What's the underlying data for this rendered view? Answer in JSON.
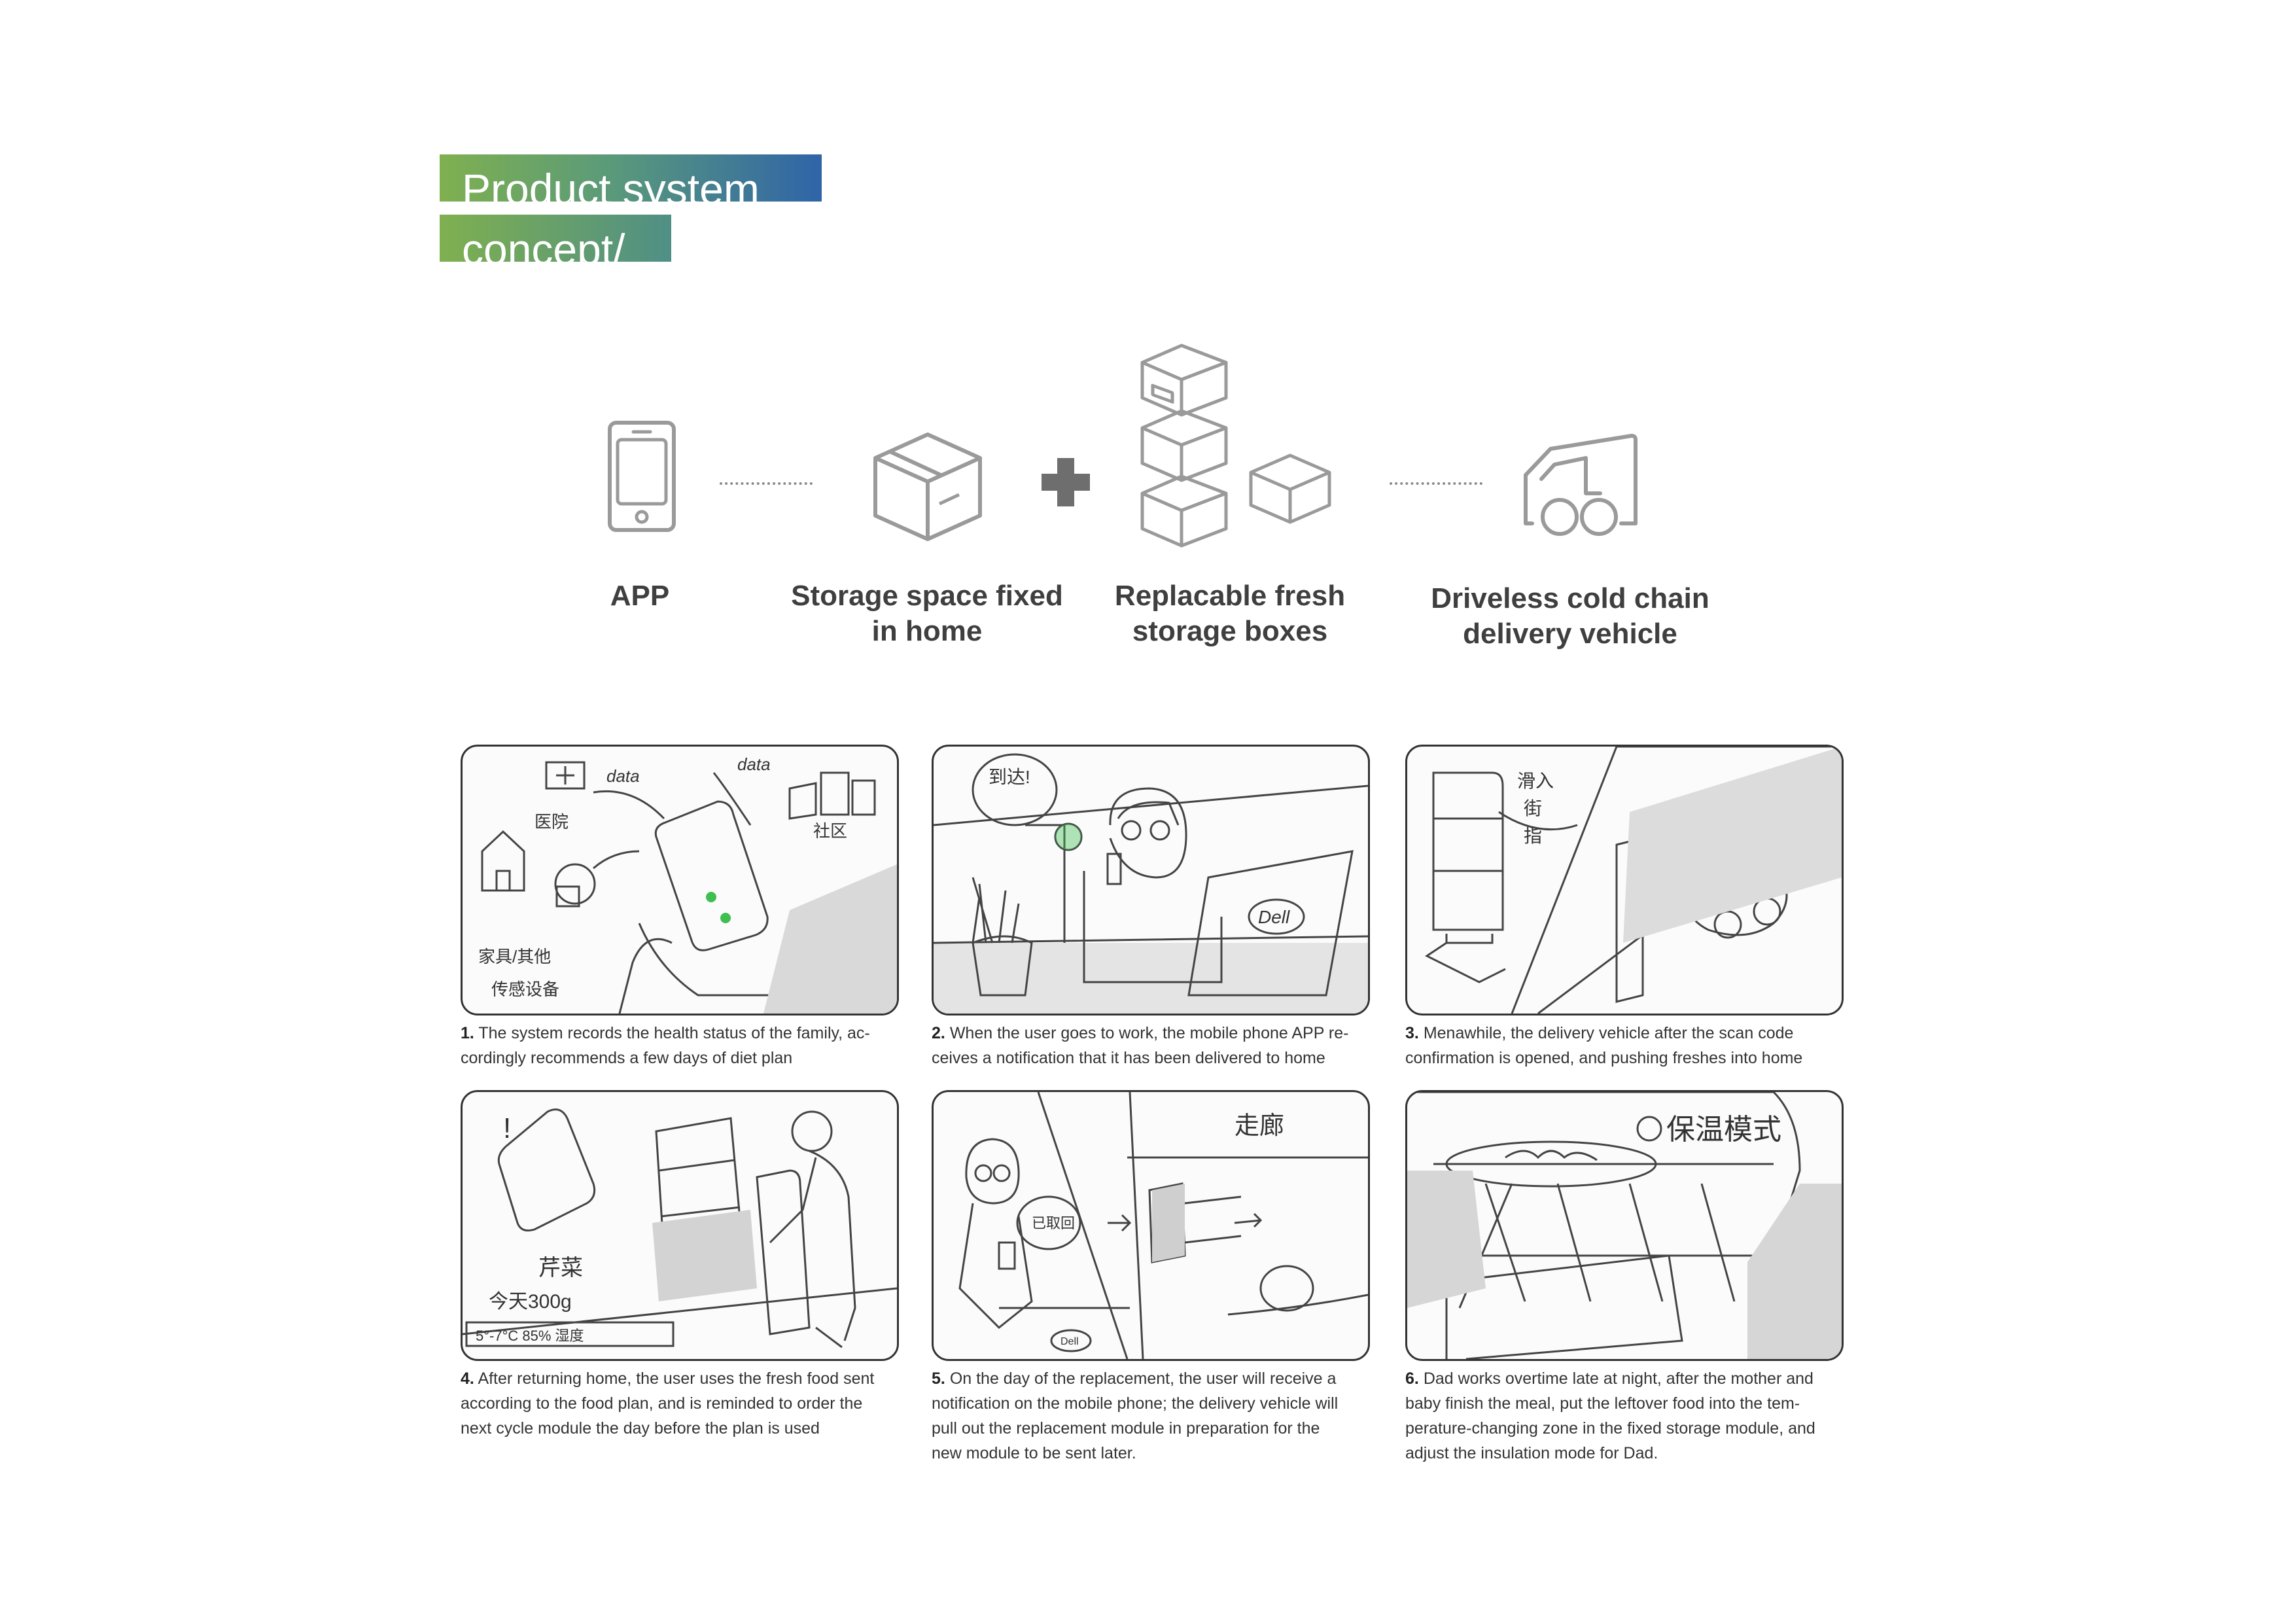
{
  "title": {
    "line1": "Product system",
    "line2": "concept/"
  },
  "concept": {
    "items": [
      {
        "label": "APP",
        "icon": "smartphone-icon"
      },
      {
        "label": "Storage space fixed\nin home",
        "icon": "box-icon"
      },
      {
        "label": "Replacable fresh\nstorage boxes",
        "icon": "stacked-boxes-icon"
      },
      {
        "label": "Driveless cold chain\ndelivery vehicle",
        "icon": "delivery-vehicle-icon"
      }
    ],
    "plus_icon": "plus-icon",
    "colors": {
      "icon_stroke": "#9a9a9a",
      "plus": "#6e6e6e"
    }
  },
  "storyboard": {
    "panels": [
      {
        "number": "1.",
        "caption": "The system records the health status of the family, ac-\ncordingly recommends a few days of diet plan",
        "sketch_text": [
          "data",
          "data",
          "医院",
          "社区",
          "家具/其他",
          "传感设备"
        ]
      },
      {
        "number": "2.",
        "caption": "When the user goes to work, the mobile phone APP re-\nceives a notification that it has been delivered to home",
        "sketch_text": [
          "到达!",
          "Dell"
        ]
      },
      {
        "number": "3.",
        "caption": "Menawhile, the delivery vehicle after the scan code\nconfirmation is opened, and pushing freshes into home",
        "sketch_text": [
          "滑入",
          "街",
          "指"
        ]
      },
      {
        "number": "4.",
        "caption": "After returning home, the user uses the fresh food sent\naccording to the food plan, and is reminded to order the\nnext cycle module the day before the plan is used",
        "sketch_text": [
          "!",
          "芹菜",
          "今天300g",
          "5°-7°C 85% 湿度"
        ]
      },
      {
        "number": "5.",
        "caption": "On the day of the replacement, the user will receive a\nnotification on the mobile phone; the delivery vehicle will\npull out the replacement module in preparation for the\nnew module to be sent later.",
        "sketch_text": [
          "走廊",
          "已取回",
          "Dell"
        ]
      },
      {
        "number": "6.",
        "caption": "Dad works overtime late at night, after the mother and\nbaby finish the meal, put the leftover food into the tem-\nperature-changing zone in the fixed storage module, and\nadjust the insulation mode for Dad.",
        "sketch_text": [
          "保温模式"
        ]
      }
    ]
  }
}
